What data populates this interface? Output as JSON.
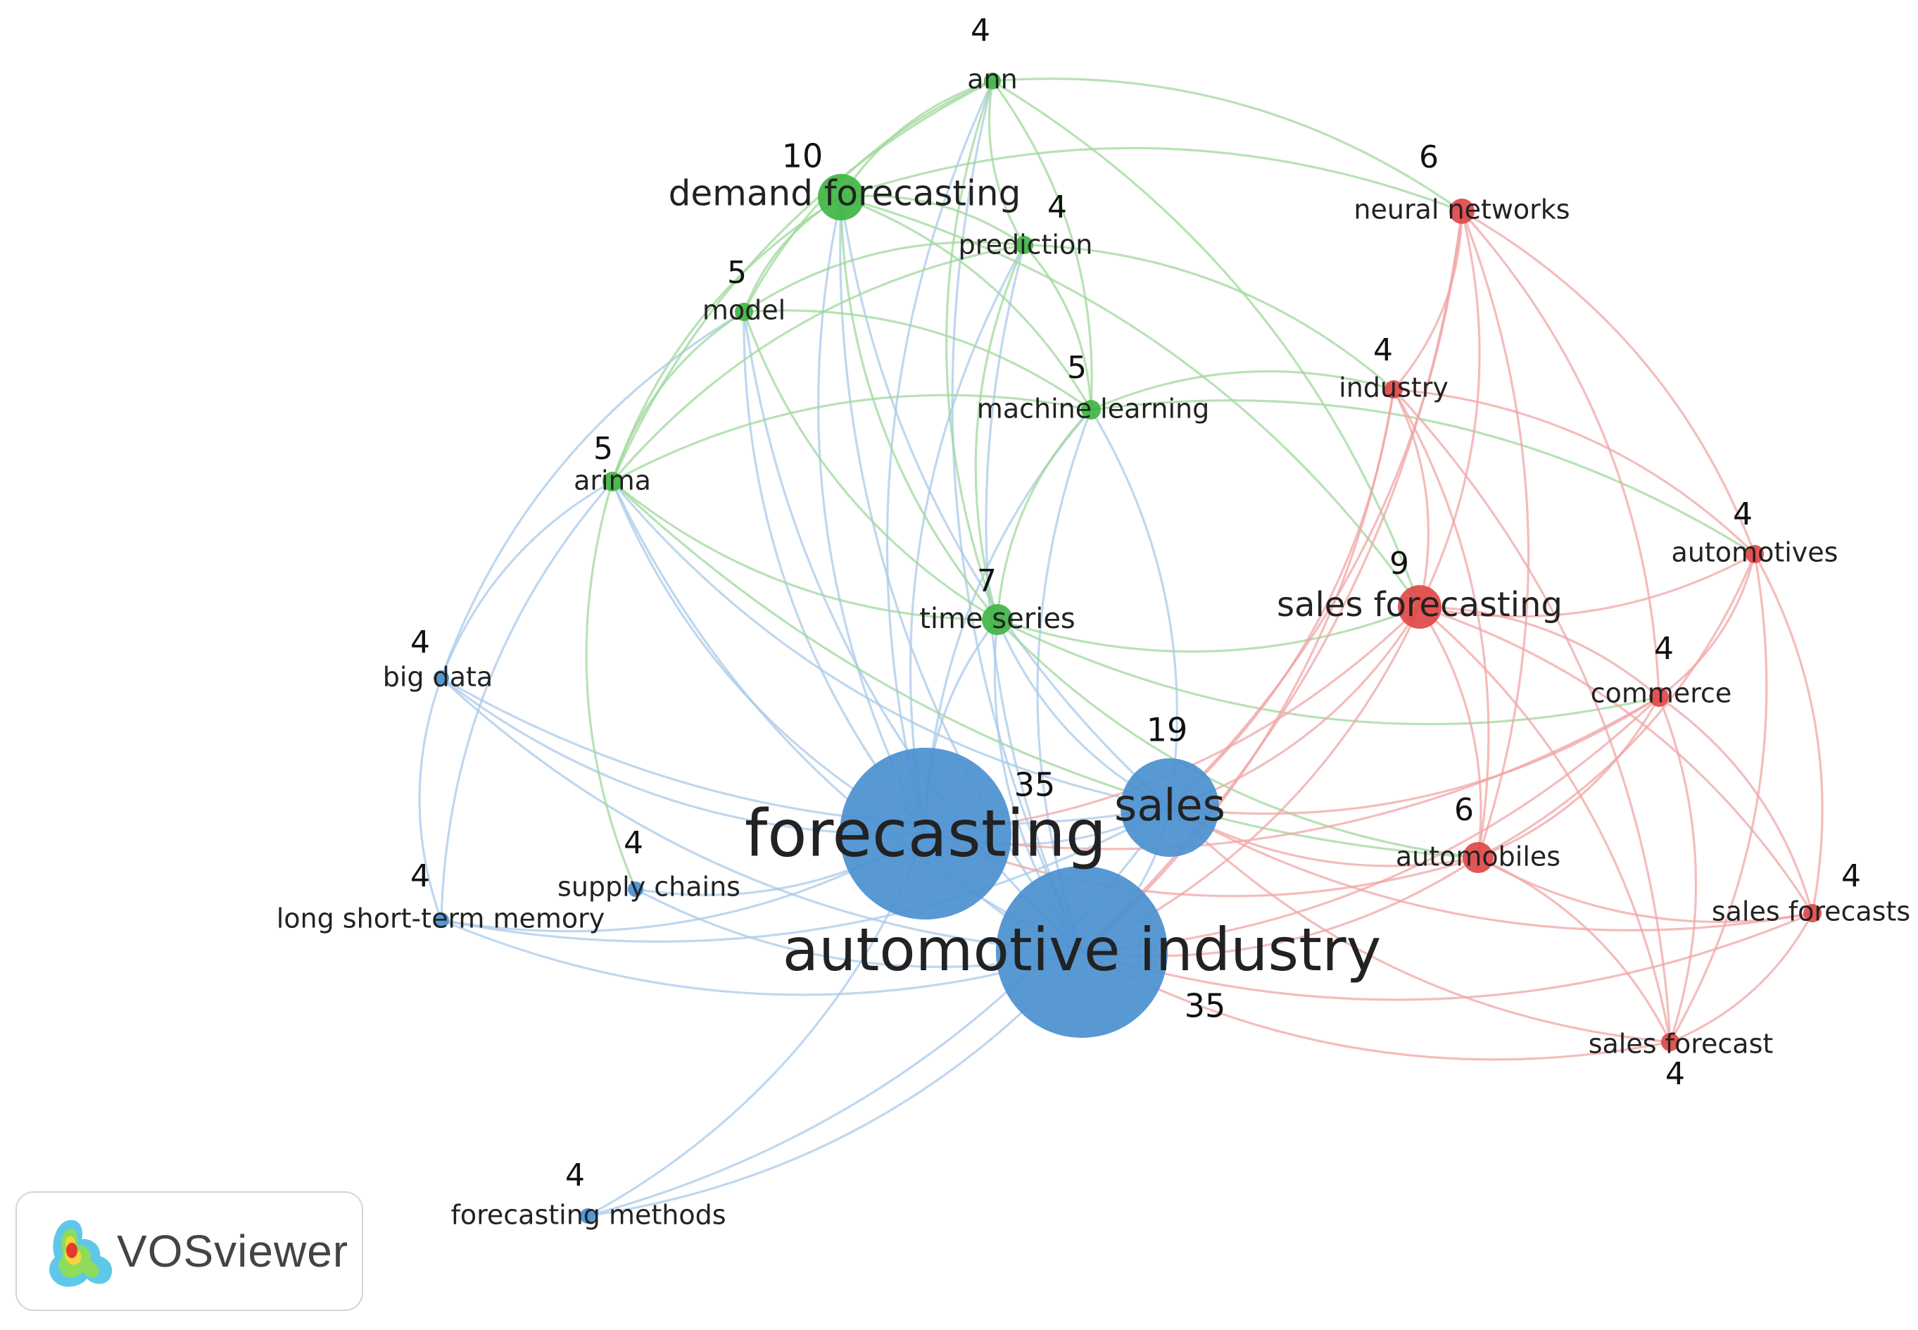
{
  "colors": {
    "cluster_1": "#e04848",
    "cluster_2": "#3fb544",
    "cluster_3": "#4a90d0",
    "link_1": "#f0a6a6",
    "link_2": "#9fd89b",
    "link_3": "#a9c9ea"
  },
  "network": {
    "nodes": [
      {
        "id": "forecasting",
        "label": "forecasting",
        "count": "35",
        "cluster": 3
      },
      {
        "id": "automotive_industry",
        "label": "automotive industry",
        "count": "35",
        "cluster": 3
      },
      {
        "id": "sales",
        "label": "sales",
        "count": "19",
        "cluster": 3
      },
      {
        "id": "big_data",
        "label": "big data",
        "count": "4",
        "cluster": 3
      },
      {
        "id": "supply_chains",
        "label": "supply chains",
        "count": "4",
        "cluster": 3
      },
      {
        "id": "lstm",
        "label": "long short-term memory",
        "count": "4",
        "cluster": 3
      },
      {
        "id": "forecasting_methods",
        "label": "forecasting methods",
        "count": "4",
        "cluster": 3
      },
      {
        "id": "ann",
        "label": "ann",
        "count": "4",
        "cluster": 2
      },
      {
        "id": "demand_forecasting",
        "label": "demand forecasting",
        "count": "10",
        "cluster": 2
      },
      {
        "id": "prediction",
        "label": "prediction",
        "count": "4",
        "cluster": 2
      },
      {
        "id": "model",
        "label": "model",
        "count": "5",
        "cluster": 2
      },
      {
        "id": "machine_learning",
        "label": "machine learning",
        "count": "5",
        "cluster": 2
      },
      {
        "id": "arima",
        "label": "arima",
        "count": "5",
        "cluster": 2
      },
      {
        "id": "time_series",
        "label": "time series",
        "count": "7",
        "cluster": 2
      },
      {
        "id": "neural_networks",
        "label": "neural networks",
        "count": "6",
        "cluster": 1
      },
      {
        "id": "industry",
        "label": "industry",
        "count": "4",
        "cluster": 1
      },
      {
        "id": "sales_forecasting",
        "label": "sales forecasting",
        "count": "9",
        "cluster": 1
      },
      {
        "id": "automotives",
        "label": "automotives",
        "count": "4",
        "cluster": 1
      },
      {
        "id": "commerce",
        "label": "commerce",
        "count": "4",
        "cluster": 1
      },
      {
        "id": "automobiles",
        "label": "automobiles",
        "count": "6",
        "cluster": 1
      },
      {
        "id": "sales_forecasts",
        "label": "sales forecasts",
        "count": "4",
        "cluster": 1
      },
      {
        "id": "sales_forecast",
        "label": "sales forecast",
        "count": "4",
        "cluster": 1
      }
    ],
    "links": [
      [
        "forecasting",
        "automotive_industry"
      ],
      [
        "forecasting",
        "sales"
      ],
      [
        "automotive_industry",
        "sales"
      ],
      [
        "forecasting",
        "big_data"
      ],
      [
        "automotive_industry",
        "big_data"
      ],
      [
        "sales",
        "big_data"
      ],
      [
        "forecasting",
        "supply_chains"
      ],
      [
        "automotive_industry",
        "supply_chains"
      ],
      [
        "forecasting",
        "lstm"
      ],
      [
        "automotive_industry",
        "lstm"
      ],
      [
        "sales",
        "lstm"
      ],
      [
        "forecasting",
        "forecasting_methods"
      ],
      [
        "automotive_industry",
        "forecasting_methods"
      ],
      [
        "sales",
        "forecasting_methods"
      ],
      [
        "lstm",
        "big_data"
      ],
      [
        "lstm",
        "arima"
      ],
      [
        "big_data",
        "arima"
      ],
      [
        "big_data",
        "model"
      ],
      [
        "forecasting",
        "ann"
      ],
      [
        "forecasting",
        "demand_forecasting"
      ],
      [
        "forecasting",
        "prediction"
      ],
      [
        "forecasting",
        "model"
      ],
      [
        "forecasting",
        "machine_learning"
      ],
      [
        "forecasting",
        "arima"
      ],
      [
        "forecasting",
        "time_series"
      ],
      [
        "automotive_industry",
        "demand_forecasting"
      ],
      [
        "automotive_industry",
        "prediction"
      ],
      [
        "automotive_industry",
        "model"
      ],
      [
        "automotive_industry",
        "machine_learning"
      ],
      [
        "automotive_industry",
        "arima"
      ],
      [
        "automotive_industry",
        "time_series"
      ],
      [
        "automotive_industry",
        "ann"
      ],
      [
        "sales",
        "time_series"
      ],
      [
        "sales",
        "demand_forecasting"
      ],
      [
        "sales",
        "machine_learning"
      ],
      [
        "sales",
        "arima"
      ],
      [
        "ann",
        "demand_forecasting"
      ],
      [
        "ann",
        "prediction"
      ],
      [
        "ann",
        "model"
      ],
      [
        "ann",
        "machine_learning"
      ],
      [
        "ann",
        "arima"
      ],
      [
        "ann",
        "time_series"
      ],
      [
        "ann",
        "neural_networks"
      ],
      [
        "ann",
        "sales_forecasting"
      ],
      [
        "demand_forecasting",
        "prediction"
      ],
      [
        "demand_forecasting",
        "model"
      ],
      [
        "demand_forecasting",
        "machine_learning"
      ],
      [
        "demand_forecasting",
        "arima"
      ],
      [
        "demand_forecasting",
        "time_series"
      ],
      [
        "demand_forecasting",
        "neural_networks"
      ],
      [
        "demand_forecasting",
        "sales_forecasting"
      ],
      [
        "prediction",
        "model"
      ],
      [
        "prediction",
        "machine_learning"
      ],
      [
        "prediction",
        "time_series"
      ],
      [
        "prediction",
        "arima"
      ],
      [
        "prediction",
        "industry"
      ],
      [
        "model",
        "arima"
      ],
      [
        "model",
        "machine_learning"
      ],
      [
        "model",
        "time_series"
      ],
      [
        "machine_learning",
        "time_series"
      ],
      [
        "machine_learning",
        "industry"
      ],
      [
        "machine_learning",
        "automotives"
      ],
      [
        "machine_learning",
        "arima"
      ],
      [
        "arima",
        "time_series"
      ],
      [
        "arima",
        "supply_chains"
      ],
      [
        "arima",
        "automobiles"
      ],
      [
        "time_series",
        "sales_forecasting"
      ],
      [
        "time_series",
        "commerce"
      ],
      [
        "time_series",
        "automobiles"
      ],
      [
        "neural_networks",
        "industry"
      ],
      [
        "neural_networks",
        "sales_forecasting"
      ],
      [
        "neural_networks",
        "automotives"
      ],
      [
        "neural_networks",
        "commerce"
      ],
      [
        "neural_networks",
        "automobiles"
      ],
      [
        "neural_networks",
        "sales"
      ],
      [
        "neural_networks",
        "automotive_industry"
      ],
      [
        "industry",
        "sales_forecasting"
      ],
      [
        "industry",
        "automotives"
      ],
      [
        "industry",
        "automobiles"
      ],
      [
        "industry",
        "sales"
      ],
      [
        "industry",
        "automotive_industry"
      ],
      [
        "sales_forecasting",
        "automotives"
      ],
      [
        "sales_forecasting",
        "commerce"
      ],
      [
        "sales_forecasting",
        "automobiles"
      ],
      [
        "sales_forecasting",
        "sales_forecasts"
      ],
      [
        "sales_forecasting",
        "sales_forecast"
      ],
      [
        "sales_forecasting",
        "sales"
      ],
      [
        "sales_forecasting",
        "automotive_industry"
      ],
      [
        "sales_forecasting",
        "forecasting"
      ],
      [
        "automotives",
        "commerce"
      ],
      [
        "automotives",
        "automobiles"
      ],
      [
        "automotives",
        "sales_forecasts"
      ],
      [
        "automotives",
        "sales_forecast"
      ],
      [
        "commerce",
        "automobiles"
      ],
      [
        "commerce",
        "sales_forecasts"
      ],
      [
        "commerce",
        "sales_forecast"
      ],
      [
        "commerce",
        "sales"
      ],
      [
        "commerce",
        "automotive_industry"
      ],
      [
        "commerce",
        "forecasting"
      ],
      [
        "automobiles",
        "sales_forecasts"
      ],
      [
        "automobiles",
        "sales_forecast"
      ],
      [
        "automobiles",
        "sales"
      ],
      [
        "automobiles",
        "automotive_industry"
      ],
      [
        "automobiles",
        "forecasting"
      ],
      [
        "sales_forecasts",
        "sales_forecast"
      ],
      [
        "sales_forecasts",
        "sales"
      ],
      [
        "sales_forecasts",
        "automotive_industry"
      ],
      [
        "sales_forecast",
        "sales"
      ],
      [
        "sales_forecast",
        "automotive_industry"
      ],
      [
        "sales_forecast",
        "industry"
      ]
    ]
  },
  "brand": {
    "name": "VOSviewer"
  }
}
